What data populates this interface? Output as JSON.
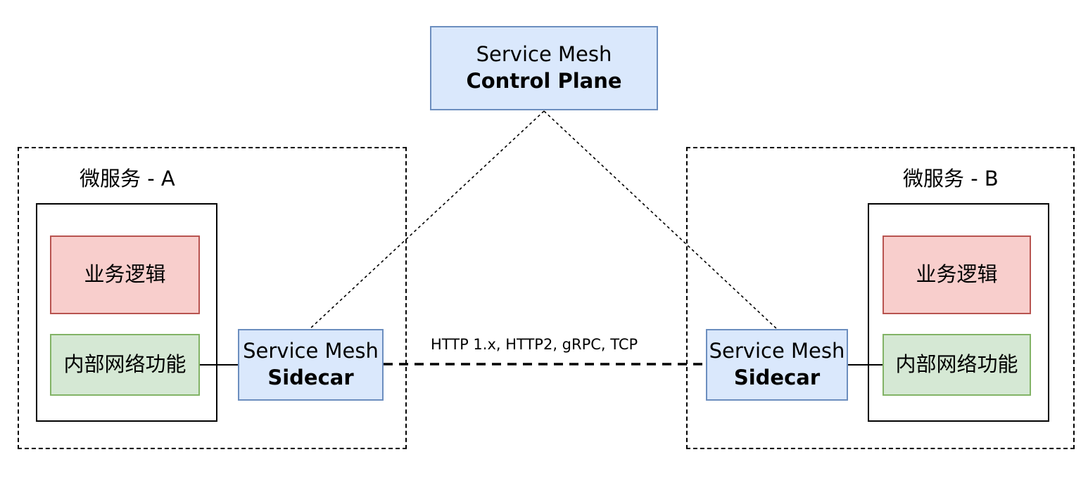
{
  "control_plane": {
    "line1": "Service Mesh",
    "line2": "Control Plane"
  },
  "service_a": {
    "title": "微服务 - A",
    "business": "业务逻辑",
    "network": "内部网络功能",
    "sidecar_line1": "Service Mesh",
    "sidecar_line2": "Sidecar"
  },
  "service_b": {
    "title": "微服务 - B",
    "business": "业务逻辑",
    "network": "内部网络功能",
    "sidecar_line1": "Service Mesh",
    "sidecar_line2": "Sidecar"
  },
  "link": {
    "protocols": "HTTP 1.x, HTTP2, gRPC, TCP"
  },
  "colors": {
    "blue_fill": "#dae8fc",
    "blue_stroke": "#6c8ebf",
    "red_fill": "#f8cecc",
    "red_stroke": "#b85450",
    "green_fill": "#d5e8d4",
    "green_stroke": "#82b366"
  }
}
